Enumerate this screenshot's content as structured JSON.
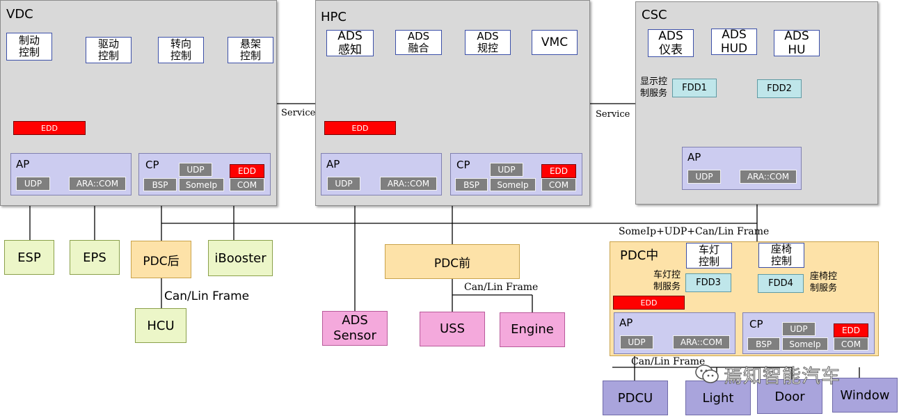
{
  "vdc": {
    "title": "VDC",
    "funcs": [
      "制动\n控制",
      "驱动\n控制",
      "转向\n控制",
      "悬架\n控制"
    ],
    "edd": "EDD",
    "ap": {
      "title": "AP",
      "udp": "UDP",
      "ara": "ARA::COM"
    },
    "cp": {
      "title": "CP",
      "udp": "UDP",
      "edd": "EDD",
      "bsp": "BSP",
      "someip": "SomeIp",
      "com": "COM"
    }
  },
  "hpc": {
    "title": "HPC",
    "funcs": [
      "ADS\n感知",
      "ADS\n融合",
      "ADS\n规控",
      "VMC"
    ],
    "edd": "EDD",
    "ap": {
      "title": "AP",
      "udp": "UDP",
      "ara": "ARA::COM"
    },
    "cp": {
      "title": "CP",
      "udp": "UDP",
      "edd": "EDD",
      "bsp": "BSP",
      "someip": "SomeIp",
      "com": "COM"
    }
  },
  "csc": {
    "title": "CSC",
    "funcs": [
      "ADS\n仪表",
      "ADS\nHUD",
      "ADS\nHU"
    ],
    "fdd1": "FDD1",
    "fdd2": "FDD2",
    "service_label": "显示控\n制服务",
    "ap": {
      "title": "AP",
      "udp": "UDP",
      "ara": "ARA::COM"
    }
  },
  "links": {
    "service_left": "Service",
    "service_right": "Service",
    "bus": "SomeIp+UDP+Can/Lin Frame",
    "can_lin_rear": "Can/Lin Frame",
    "can_lin_front": "Can/Lin Frame",
    "can_lin_mid": "Can/Lin Frame"
  },
  "pdc_mid": {
    "title": "PDC中",
    "light_ctrl": "车灯\n控制",
    "seat_ctrl": "座椅\n控制",
    "light_service": "车灯控\n制服务",
    "seat_service": "座椅控\n制服务",
    "fdd3": "FDD3",
    "fdd4": "FDD4",
    "edd": "EDD",
    "ap": {
      "title": "AP",
      "udp": "UDP",
      "ara": "ARA::COM"
    },
    "cp": {
      "title": "CP",
      "udp": "UDP",
      "edd": "EDD",
      "bsp": "BSP",
      "someip": "SomeIp",
      "com": "COM"
    }
  },
  "ecus": {
    "esp": "ESP",
    "eps": "EPS",
    "pdc_rear": "PDC后",
    "ibooster": "iBooster",
    "hcu": "HCU",
    "pdc_front": "PDC前",
    "ads_sensor": "ADS\nSensor",
    "uss": "USS",
    "engine": "Engine",
    "pdcu": "PDCU",
    "light": "Light",
    "door": "Door",
    "window": "Window"
  },
  "watermark": "焉知智能汽车",
  "colors": {
    "domain_gray": "#d9d9d9",
    "edd_red": "#ff0000",
    "sub_lavender": "#ccccf0",
    "ecu_green": "#ecf6c8",
    "pdc_orange": "#fde2a8",
    "sensor_pink": "#f4a9dc",
    "actuator_purple": "#a9a4dc",
    "fdd_teal": "#bfe6ea",
    "arrow_blue": "#1f6fc0"
  },
  "icons": [
    "wechat-icon"
  ]
}
